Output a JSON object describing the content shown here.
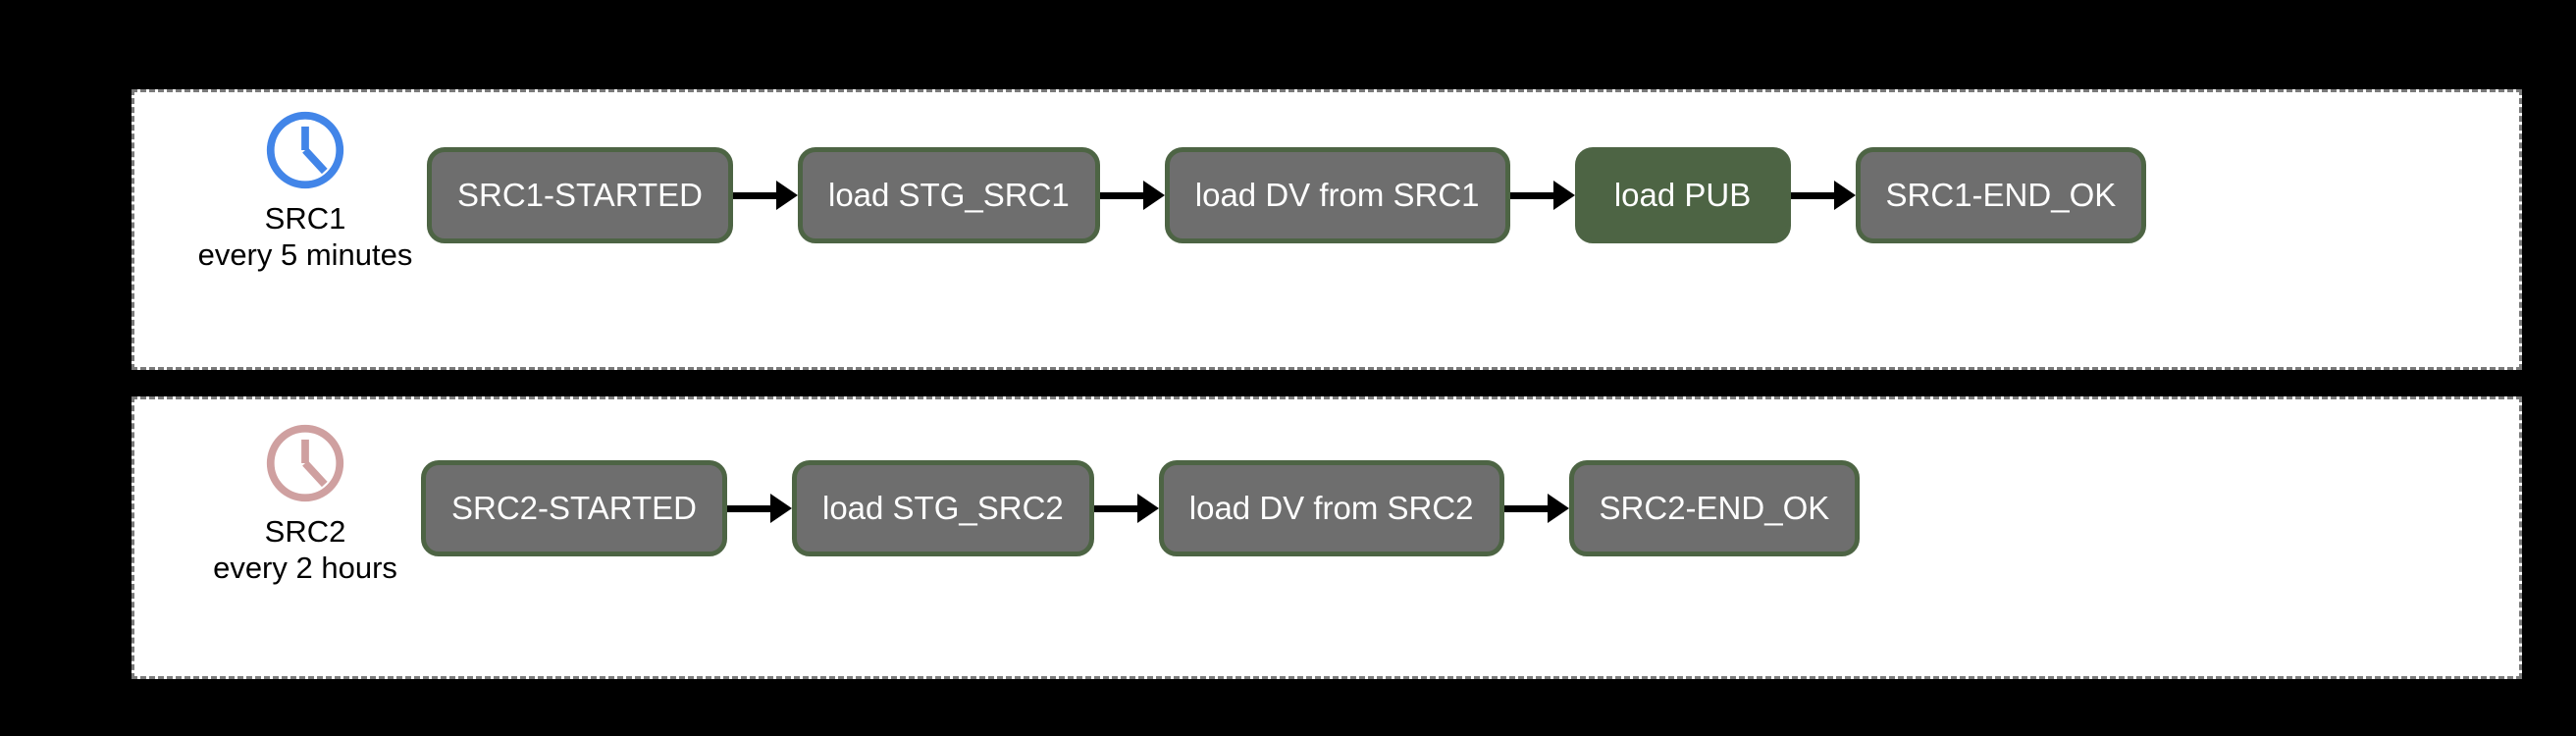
{
  "diagram": {
    "background_color": "#000000",
    "panel_background": "#ffffff",
    "panel_border_color": "#7a7a7a",
    "node_fill": "#6e6e6e",
    "node_border": "#4d6444",
    "node_accent_fill": "#4d6444",
    "node_text_color": "#ffffff",
    "arrow_color": "#000000"
  },
  "pipelines": [
    {
      "id": "src1",
      "trigger": {
        "icon": "clock-icon",
        "icon_color": "#4285e8",
        "name": "SRC1",
        "schedule": "every 5 minutes"
      },
      "nodes": [
        {
          "label": "SRC1-STARTED",
          "style": "default"
        },
        {
          "label": "load STG_SRC1",
          "style": "default"
        },
        {
          "label": "load DV from SRC1",
          "style": "default"
        },
        {
          "label": "load PUB",
          "style": "accent"
        },
        {
          "label": "SRC1-END_OK",
          "style": "default"
        }
      ]
    },
    {
      "id": "src2",
      "trigger": {
        "icon": "clock-icon",
        "icon_color": "#cfa0a0",
        "name": "SRC2",
        "schedule": "every 2 hours"
      },
      "nodes": [
        {
          "label": "SRC2-STARTED",
          "style": "default"
        },
        {
          "label": "load STG_SRC2",
          "style": "default"
        },
        {
          "label": "load DV from SRC2",
          "style": "default"
        },
        {
          "label": "SRC2-END_OK",
          "style": "default"
        }
      ]
    }
  ]
}
